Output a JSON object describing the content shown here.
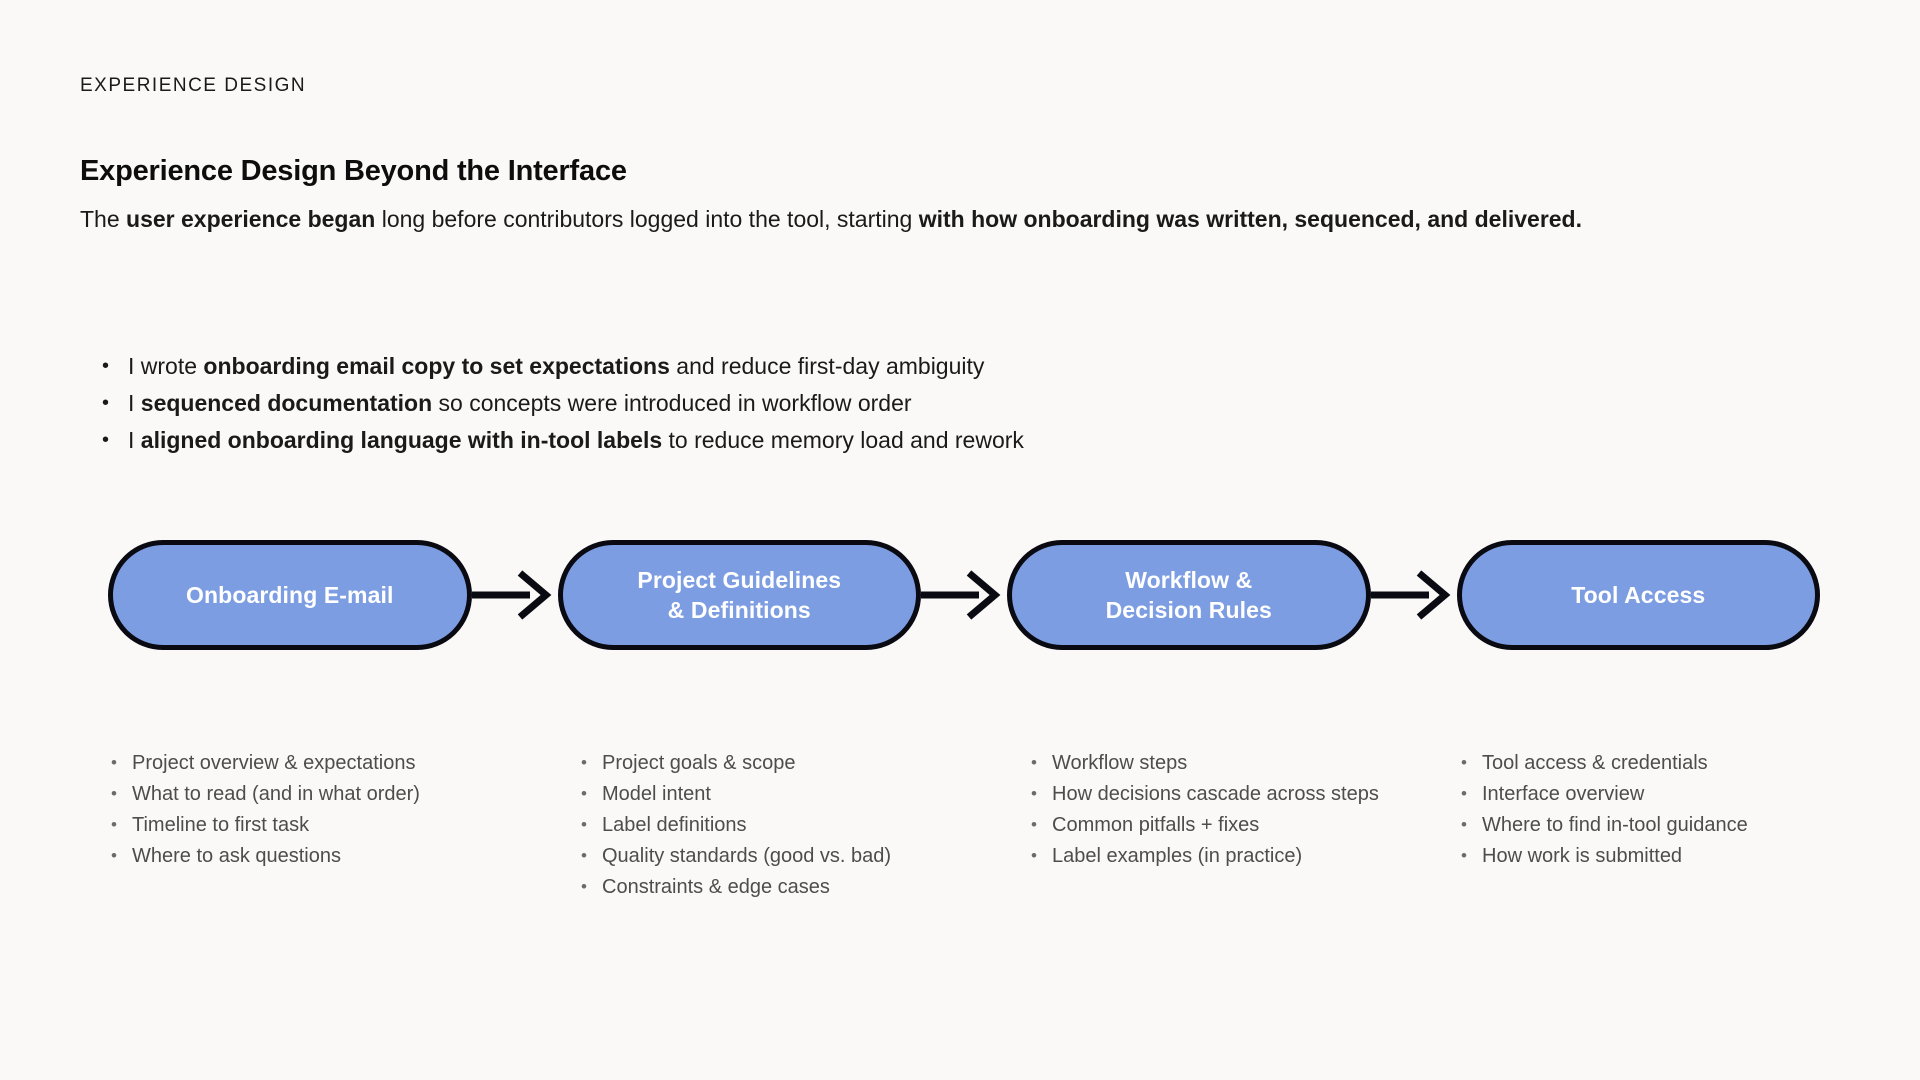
{
  "meta": {
    "background_color": "#faf9f7",
    "node_fill_color": "#7d9de2",
    "node_border_color": "#0a0a12",
    "node_text_color": "#ffffff",
    "body_text_color": "#1a1a1a",
    "sublist_text_color": "#4d4d4d"
  },
  "eyebrow": "EXPERIENCE DESIGN",
  "heading": "Experience Design Beyond the Interface",
  "intro": {
    "runs": [
      {
        "text": "The ",
        "bold": false
      },
      {
        "text": "user experience began",
        "bold": true
      },
      {
        "text": " long before contributors logged into the tool, starting ",
        "bold": false
      },
      {
        "text": "with how onboarding was written, sequenced, and delivered.",
        "bold": true
      }
    ]
  },
  "bullets": [
    {
      "runs": [
        {
          "text": "I wrote ",
          "bold": false
        },
        {
          "text": "onboarding email copy to set expectations",
          "bold": true
        },
        {
          "text": " and reduce first-day ambiguity",
          "bold": false
        }
      ]
    },
    {
      "runs": [
        {
          "text": "I ",
          "bold": false
        },
        {
          "text": "sequenced documentation",
          "bold": true
        },
        {
          "text": " so concepts were introduced in workflow order",
          "bold": false
        }
      ]
    },
    {
      "runs": [
        {
          "text": "I ",
          "bold": false
        },
        {
          "text": "aligned onboarding language with in-tool labels",
          "bold": true
        },
        {
          "text": " to reduce memory load and rework",
          "bold": false
        }
      ]
    }
  ],
  "flow": {
    "nodes": [
      {
        "label": "Onboarding E-mail"
      },
      {
        "label": "Project Guidelines\n& Definitions"
      },
      {
        "label": "Workflow &\nDecision Rules"
      },
      {
        "label": "Tool Access"
      }
    ],
    "connector_icon": "arrow-right-icon"
  },
  "sublists": [
    {
      "items": [
        "Project overview & expectations",
        "What to read (and in what order)",
        "Timeline to first task",
        "Where to ask questions"
      ]
    },
    {
      "items": [
        "Project goals & scope",
        "Model intent",
        "Label definitions",
        "Quality standards (good vs. bad)",
        "Constraints & edge cases"
      ]
    },
    {
      "items": [
        "Workflow steps",
        "How decisions cascade across steps",
        "Common pitfalls + fixes",
        "Label examples (in practice)"
      ]
    },
    {
      "items": [
        "Tool access & credentials",
        "Interface overview",
        "Where to find in-tool guidance",
        "How work is submitted"
      ]
    }
  ]
}
